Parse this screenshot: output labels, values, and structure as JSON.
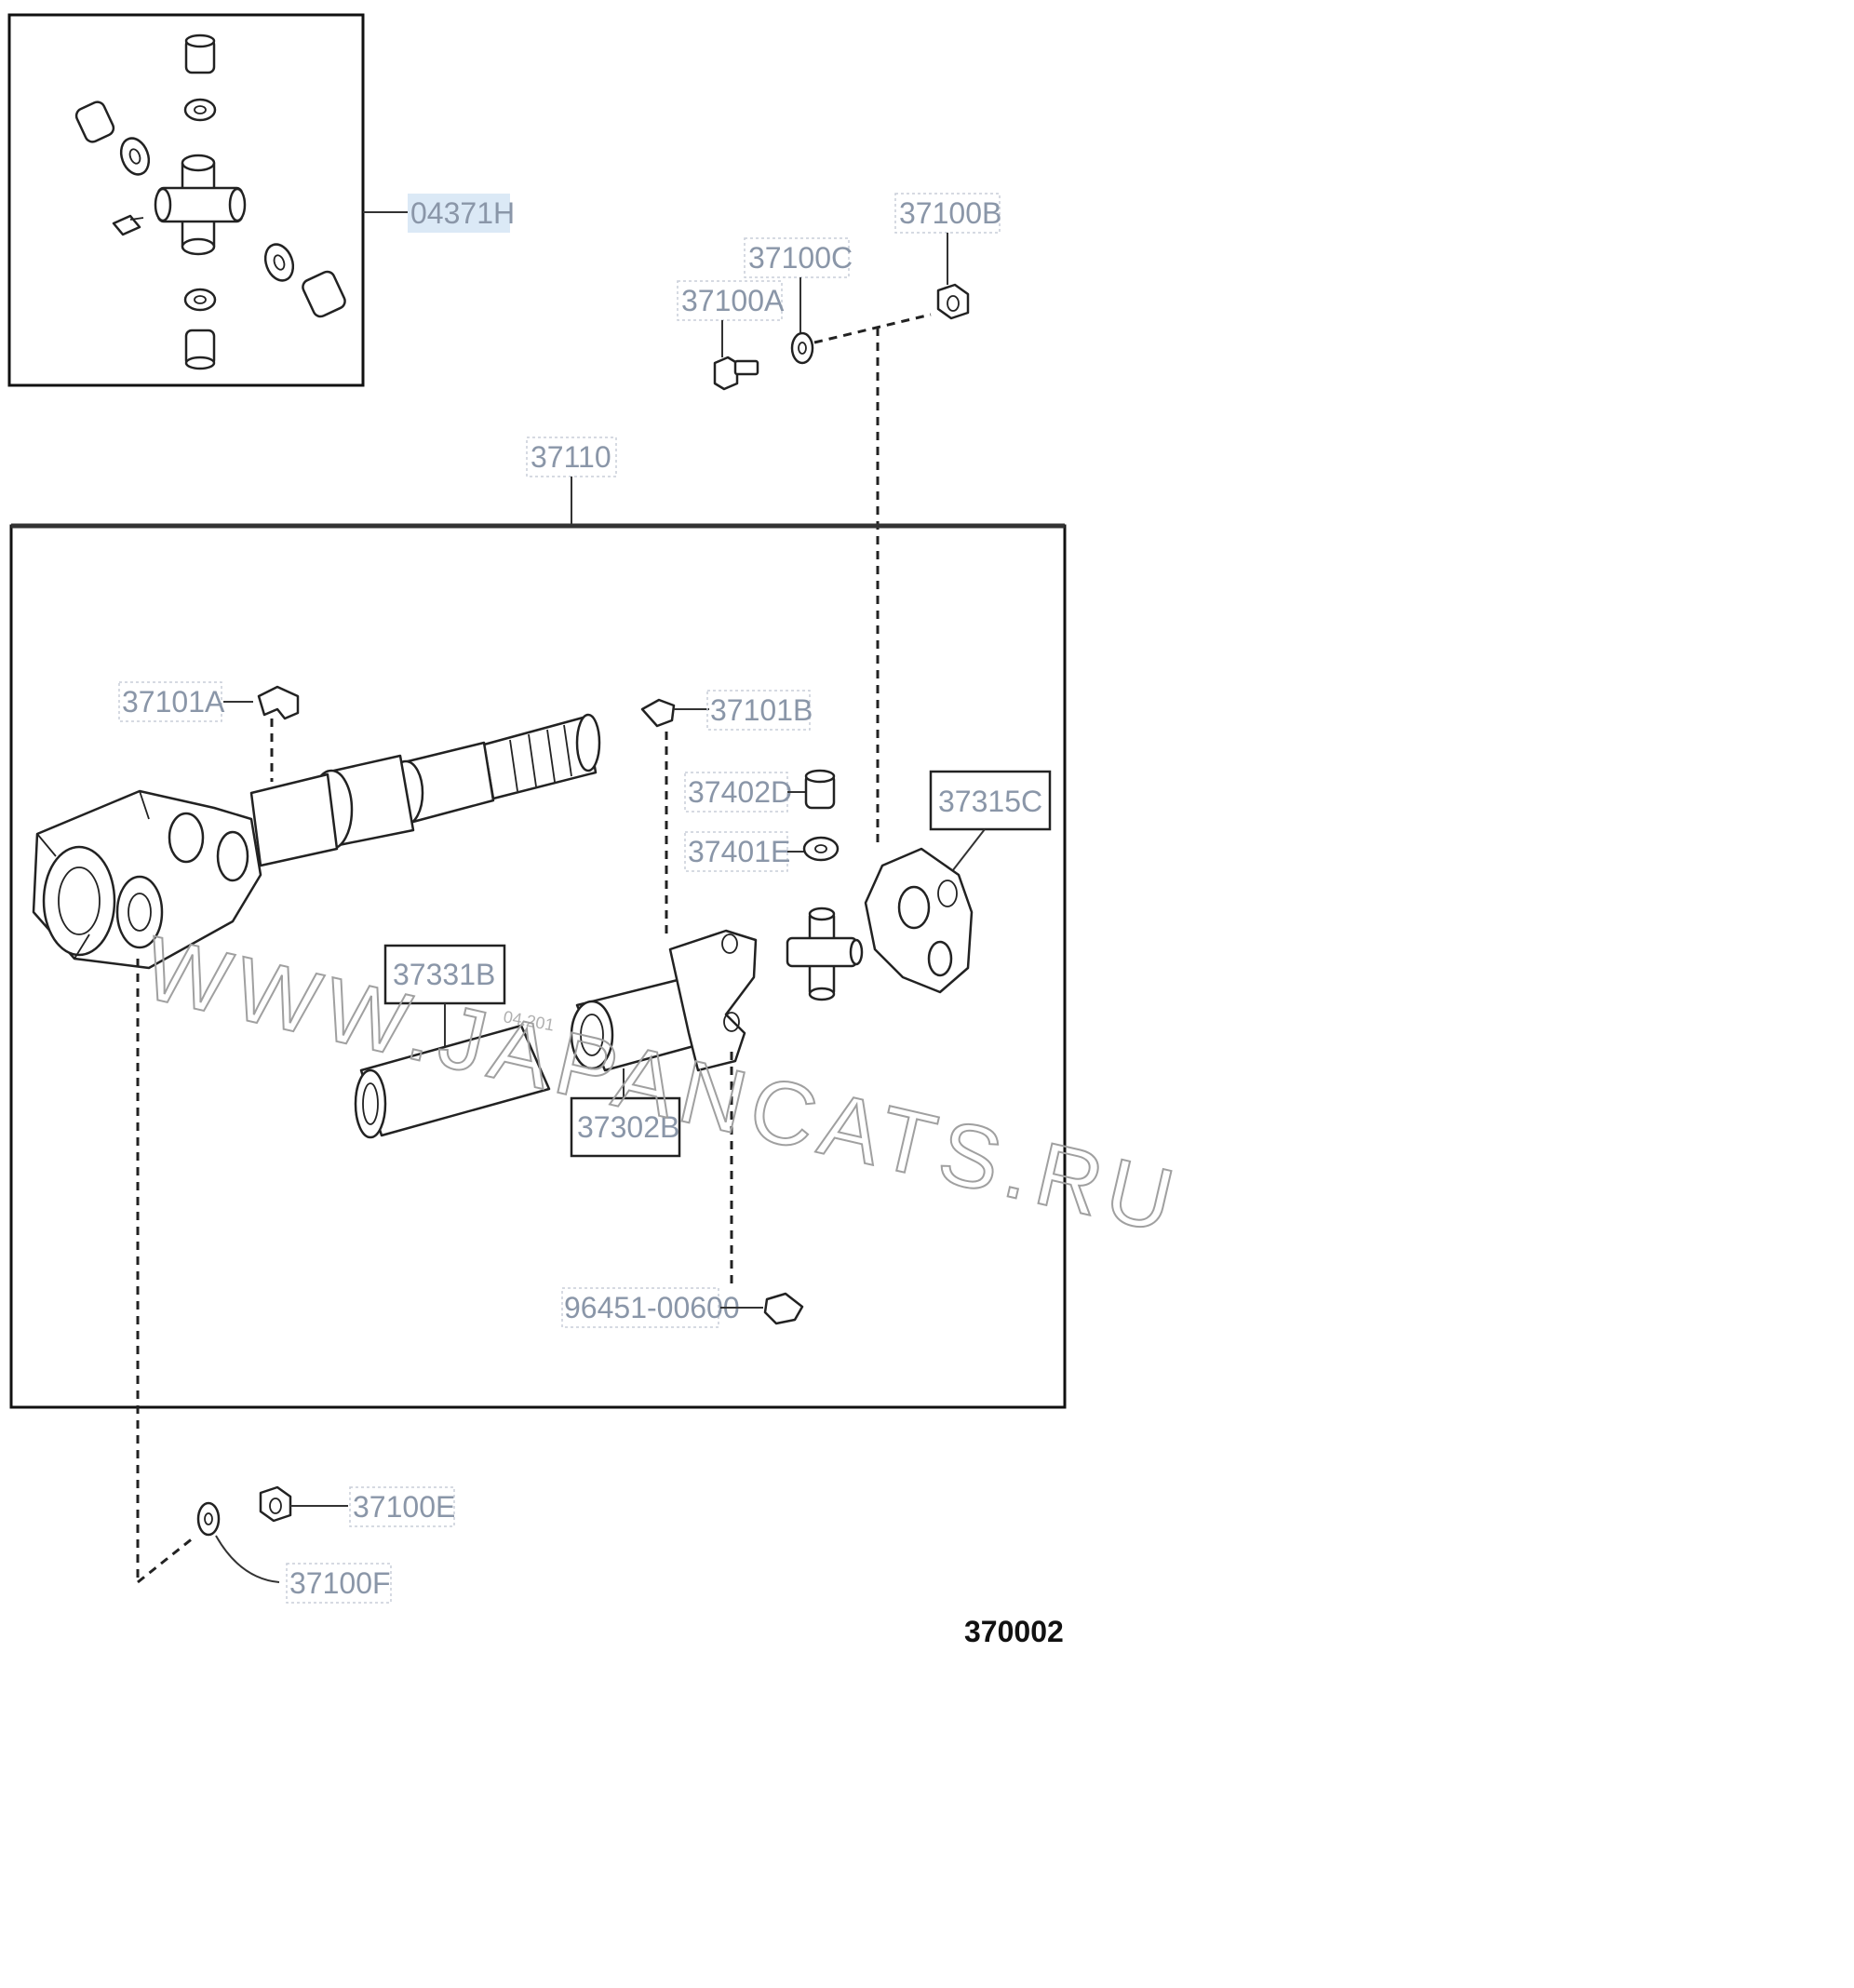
{
  "diagram": {
    "code": "370002",
    "watermark": "WWW.JAPANCATS.RU",
    "stamp": "04.201"
  },
  "parts": {
    "p04371H": "04371H",
    "p37100B": "37100B",
    "p37100C": "37100C",
    "p37100A": "37100A",
    "p37110": "37110",
    "p37101A": "37101A",
    "p37101B": "37101B",
    "p37402D": "37402D",
    "p37401E": "37401E",
    "p37315C": "37315C",
    "p37331B": "37331B",
    "p37302B": "37302B",
    "p96451": "96451-00600",
    "p37100E": "37100E",
    "p37100F": "37100F"
  },
  "colors": {
    "label": "#8a96a8",
    "highlight": "#dbe9f6",
    "line": "#222222"
  }
}
